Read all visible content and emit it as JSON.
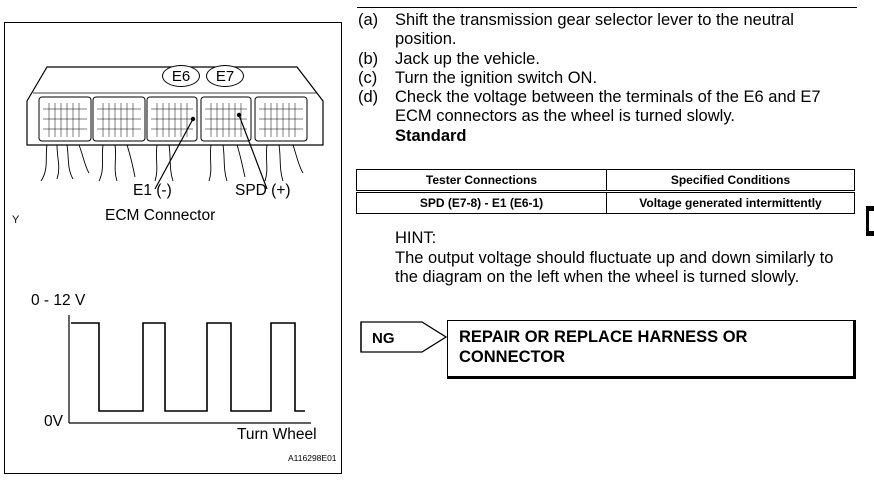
{
  "figure": {
    "connector_label_e6": "E6",
    "connector_label_e7": "E7",
    "terminal_e1": "E1 (-)",
    "terminal_spd": "SPD (+)",
    "connector_caption": "ECM Connector",
    "axis_y": "Y",
    "voltage_high": "0 - 12 V",
    "voltage_low": "0V",
    "axis_x": "Turn Wheel",
    "figure_id": "A116298E01"
  },
  "steps": [
    {
      "letter": "(a)",
      "text": "Shift the transmission gear selector lever to the neutral position."
    },
    {
      "letter": "(b)",
      "text": "Jack up the vehicle."
    },
    {
      "letter": "(c)",
      "text": "Turn the ignition switch ON."
    },
    {
      "letter": "(d)",
      "text": "Check the voltage between the terminals of the E6 and E7 ECM connectors as the wheel is turned slowly."
    }
  ],
  "standard_label": "Standard",
  "spec_table": {
    "headers": [
      "Tester Connections",
      "Specified Conditions"
    ],
    "rows": [
      [
        "SPD (E7-8) - E1 (E6-1)",
        "Voltage generated intermittently"
      ]
    ]
  },
  "hint": {
    "title": "HINT:",
    "text": "The output voltage should fluctuate up and down similarly to the diagram on the left when the wheel is turned slowly."
  },
  "result": {
    "ng_label": "NG",
    "action": "REPAIR OR REPLACE HARNESS OR CONNECTOR"
  }
}
